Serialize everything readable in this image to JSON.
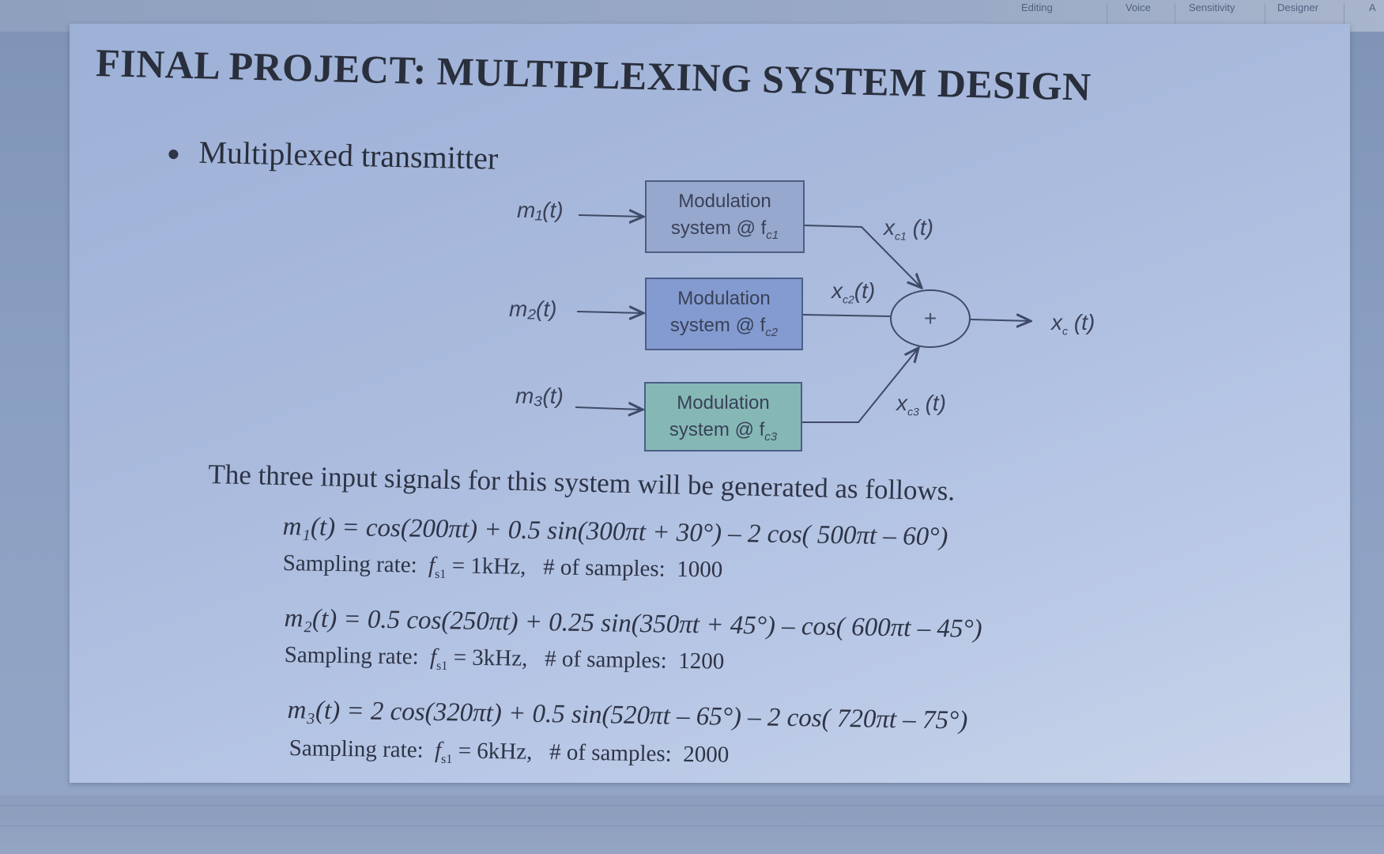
{
  "ribbon": {
    "items": [
      "Editing",
      "Voice",
      "Sensitivity",
      "Designer",
      "A"
    ]
  },
  "slide": {
    "title": "FINAL PROJECT: MULTIPLEXING SYSTEM DESIGN",
    "bullet": "Multiplexed transmitter",
    "diagram": {
      "inputs": [
        "m₁(t)",
        "m₂(t)",
        "m₃(t)"
      ],
      "blocks": [
        {
          "line1": "Modulation",
          "line2": "system @ f",
          "sub": "c1"
        },
        {
          "line1": "Modulation",
          "line2": "system @ f",
          "sub": "c2"
        },
        {
          "line1": "Modulation",
          "line2": "system @ f",
          "sub": "c3"
        }
      ],
      "carriers": [
        "x",
        "x",
        "x"
      ],
      "carrier_subs": [
        "c1",
        "c2",
        "c3"
      ],
      "carrier_suffix": "(t)",
      "adder_symbol": "+",
      "output": "x",
      "output_sub": "c",
      "output_suffix": "(t)"
    },
    "intro": "The three input signals for this system will be generated as follows.",
    "signals": [
      {
        "equation": "m₁(t) = cos(200πt) + 0.5 sin(300πt + 30°) – 2 cos( 500πt – 60°)",
        "sampling_label": "Sampling rate:",
        "fs_symbol": "f",
        "fs_sub": "s1",
        "fs_value": "= 1kHz,",
        "samples_label": "# of samples:",
        "samples_value": "1000"
      },
      {
        "equation": "m₂(t) = 0.5 cos(250πt) + 0.25 sin(350πt + 45°) – cos( 600πt – 45°)",
        "sampling_label": "Sampling rate:",
        "fs_symbol": "f",
        "fs_sub": "s1",
        "fs_value": "= 3kHz,",
        "samples_label": "# of samples:",
        "samples_value": "1200"
      },
      {
        "equation": "m₃(t) = 2 cos(320πt) + 0.5 sin(520πt – 65°) – 2 cos( 720πt – 75°)",
        "sampling_label": "Sampling rate:",
        "fs_symbol": "f",
        "fs_sub": "s1",
        "fs_value": "= 6kHz,",
        "samples_label": "# of samples:",
        "samples_value": "2000"
      }
    ]
  }
}
